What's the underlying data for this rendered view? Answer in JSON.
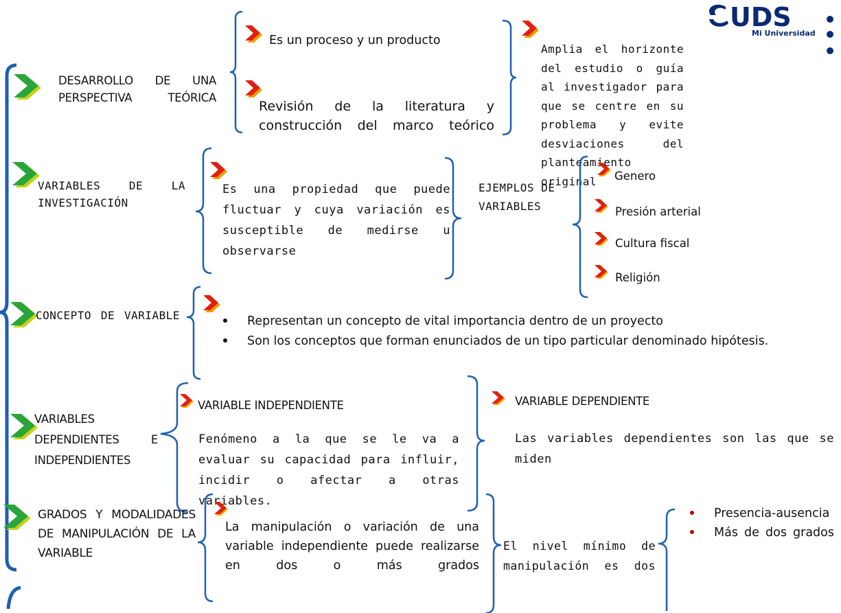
{
  "logo": {
    "brand": "UDS",
    "tagline": "Mi Universidad",
    "dots_color": "#0a2a73"
  },
  "colors": {
    "bracket_blue": "#1f5fb0",
    "arrow_green": "#2aa53a",
    "arrow_red": "#e02010",
    "arrow_orange": "#f5a000",
    "bullet_red": "#c00000"
  },
  "rows": {
    "desarrollo": {
      "heading": "DESARROLLO DE UNA PERSPECTIVA TEÓRICA",
      "items": [
        "Es un proceso y un producto",
        "Revisión de la literatura y construcción del marco teórico"
      ],
      "result": "Amplia el horizonte del estudio o guía al investigador para que se centre en su problema y evite desviaciones del planteamiento original"
    },
    "variables_investigacion": {
      "heading": "VARIABLES DE LA INVESTIGACIÓN",
      "definition": "Es una propiedad que puede fluctuar y cuya variación es susceptible de medirse u observarse",
      "examples_label": "EJEMPLOS DE VARIABLES",
      "examples": [
        "Genero",
        "Presión arterial",
        "Cultura fiscal",
        "Religión"
      ]
    },
    "concepto": {
      "heading": "CONCEPTO DE VARIABLE",
      "bullets": [
        "Representan un concepto de vital importancia dentro de un proyecto",
        "Son los conceptos que forman enunciados de un tipo particular denominado hipótesis."
      ]
    },
    "dependientes": {
      "heading": "VARIABLES DEPENDIENTES E INDEPENDIENTES",
      "independent_title": "VARIABLE INDEPENDIENTE",
      "independent_text": "Fenómeno a la que se le va a evaluar su capacidad para influir, incidir o afectar a otras variables.",
      "dependent_title": "VARIABLE DEPENDIENTE",
      "dependent_text": "Las variables dependientes son las que se miden"
    },
    "grados": {
      "heading": "GRADOS Y MODALIDADES DE MANIPULACIÓN DE LA VARIABLE",
      "definition": "La manipulación o variación de una variable independiente puede realizarse en dos o más grados",
      "minimum": "El nivel mínimo de manipulación es dos",
      "options": [
        "Presencia-ausencia",
        "Más de dos grados"
      ]
    }
  }
}
